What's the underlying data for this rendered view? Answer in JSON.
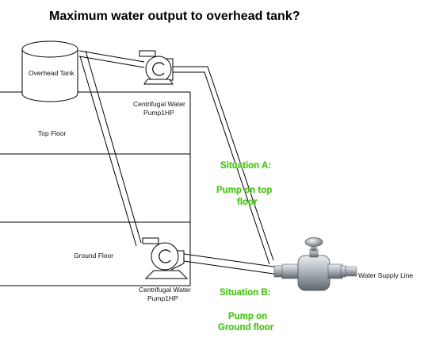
{
  "title": "Maximum water output to overhead tank?",
  "tank_label": "Overhead Tank",
  "floors": {
    "top": "Top Floor",
    "ground": "Ground Floor"
  },
  "pump_top": {
    "line1": "Centrifugal Water",
    "line2": "Pump1HP"
  },
  "pump_ground": {
    "line1": "Centrifugal Water",
    "line2": "Pump1HP"
  },
  "supply_label": "Water Supply Line",
  "situation_a": {
    "heading": "Situation A:",
    "line1": "Pump on top",
    "line2": "floor"
  },
  "situation_b": {
    "heading": "Situation B:",
    "line1": "Pump on",
    "line2": "Ground floor"
  },
  "colors": {
    "situation_text": "#4cc21d",
    "line": "#000000"
  }
}
